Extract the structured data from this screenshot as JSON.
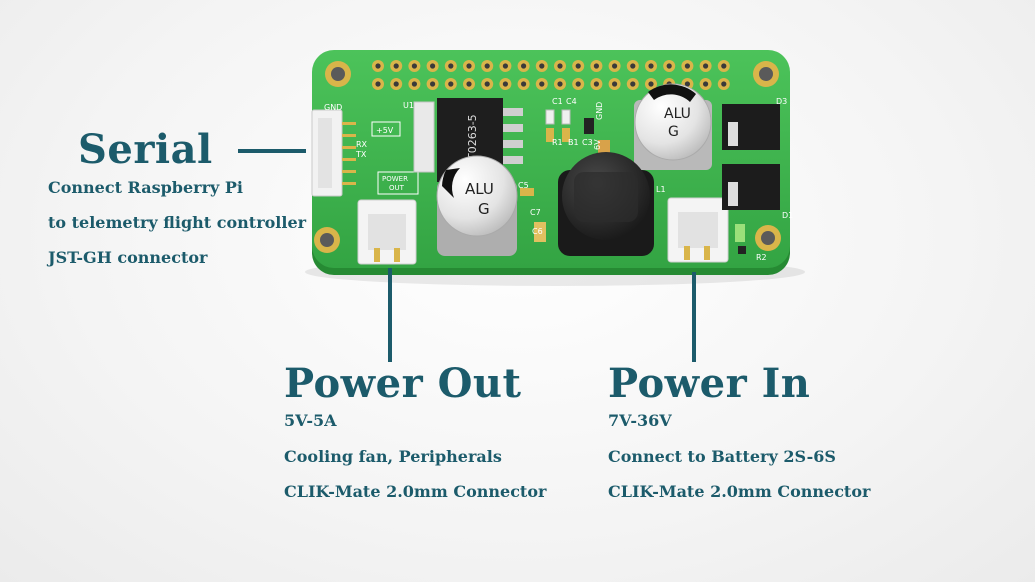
{
  "serial": {
    "title": "Serial",
    "lines": [
      "Connect Raspberry Pi",
      "to telemetry flight controller",
      "JST-GH connector"
    ]
  },
  "power_out": {
    "title": "Power Out",
    "lines": [
      "5V-5A",
      "Cooling fan, Peripherals",
      "CLIK-Mate 2.0mm Connector"
    ]
  },
  "power_in": {
    "title": "Power In",
    "lines": [
      "7V-36V",
      "Connect to Battery 2S-6S",
      "CLIK-Mate 2.0mm Connector"
    ]
  },
  "board": {
    "labels": {
      "gnd": "GND",
      "plus5v": "+5V",
      "u1": "U1",
      "rx": "RX",
      "tx": "TX",
      "power_out": "POWER",
      "power_out2": "OUT",
      "chip": "T0263-5",
      "cap1": "ALU",
      "cap1b": "G",
      "cap2": "ALU",
      "cap2b": "G",
      "c1": "C1",
      "c4": "C4",
      "r1": "R1",
      "b1": "B1",
      "c3": "C3",
      "c5": "C5",
      "c7": "C7",
      "c6": "C6",
      "l1": "L1",
      "d3": "D3",
      "d1": "D1",
      "r2": "R2",
      "gnd2": "GND",
      "v6": "6V"
    }
  },
  "colors": {
    "accent": "#1c5b6b",
    "pcb": "#3cb04a",
    "pcb_dark": "#2a8a38"
  }
}
